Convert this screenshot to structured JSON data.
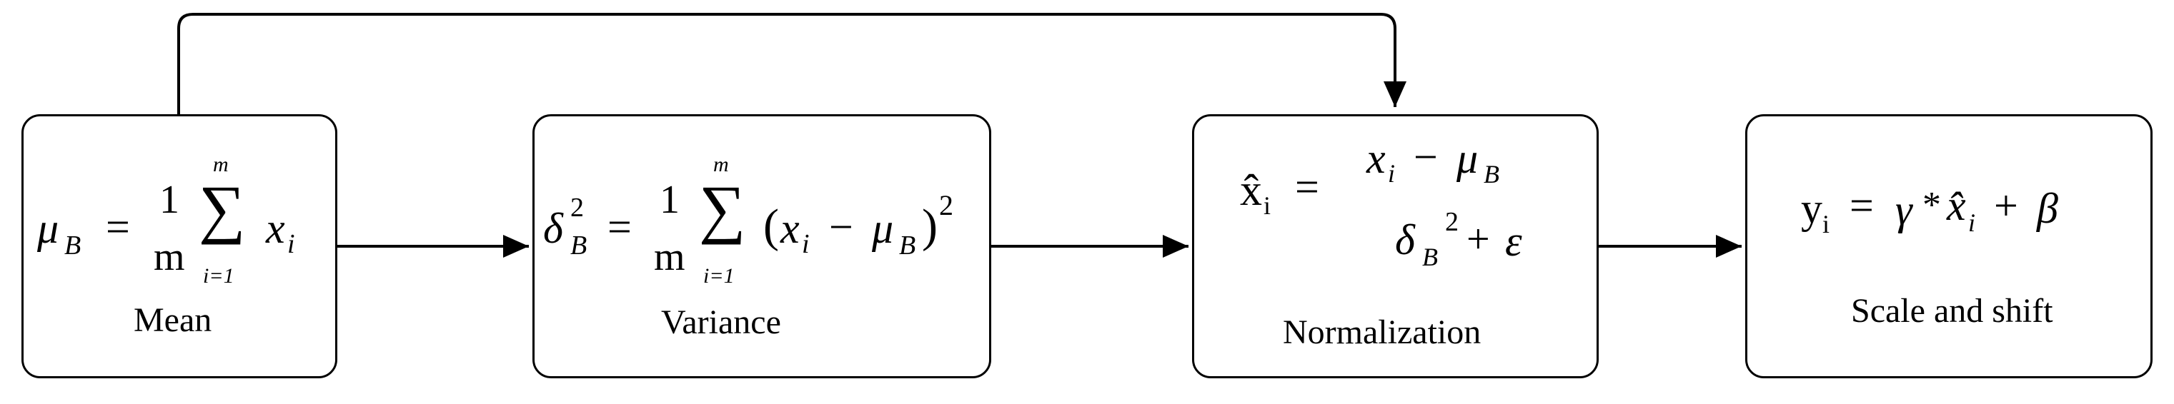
{
  "blocks": {
    "mean": {
      "label": "Mean",
      "formula": {
        "mu": "μ",
        "B": "B",
        "eq": "=",
        "one": "1",
        "m": "m",
        "sum": "∑",
        "m_top": "m",
        "i_bot": "i=1",
        "x": "x",
        "i": "i"
      }
    },
    "variance": {
      "label": "Variance",
      "formula": {
        "delta": "δ",
        "two_sup": "2",
        "B": "B",
        "eq": "=",
        "one": "1",
        "m": "m",
        "sum": "∑",
        "m_top": "m",
        "i_bot": "i=1",
        "lparen": "(",
        "x": "x",
        "i": "i",
        "minus": "−",
        "mu": "μ",
        "B2": "B",
        "rparen": ")",
        "sq": "2"
      }
    },
    "normalization": {
      "label": "Normalization",
      "formula": {
        "xhat": "x̂",
        "i": "i",
        "eq": "=",
        "x": "x",
        "i2": "i",
        "minus": "−",
        "mu": "μ",
        "B": "B",
        "delta": "δ",
        "B2": "B",
        "two": "2",
        "plus": "+",
        "eps": "ε"
      }
    },
    "scale_shift": {
      "label": "Scale and shift",
      "formula": {
        "y": "y",
        "i": "i",
        "eq": "=",
        "gamma": "γ",
        "star": "*",
        "xhat": "x̂",
        "i2": "i",
        "plus": "+",
        "beta": "β"
      }
    }
  }
}
